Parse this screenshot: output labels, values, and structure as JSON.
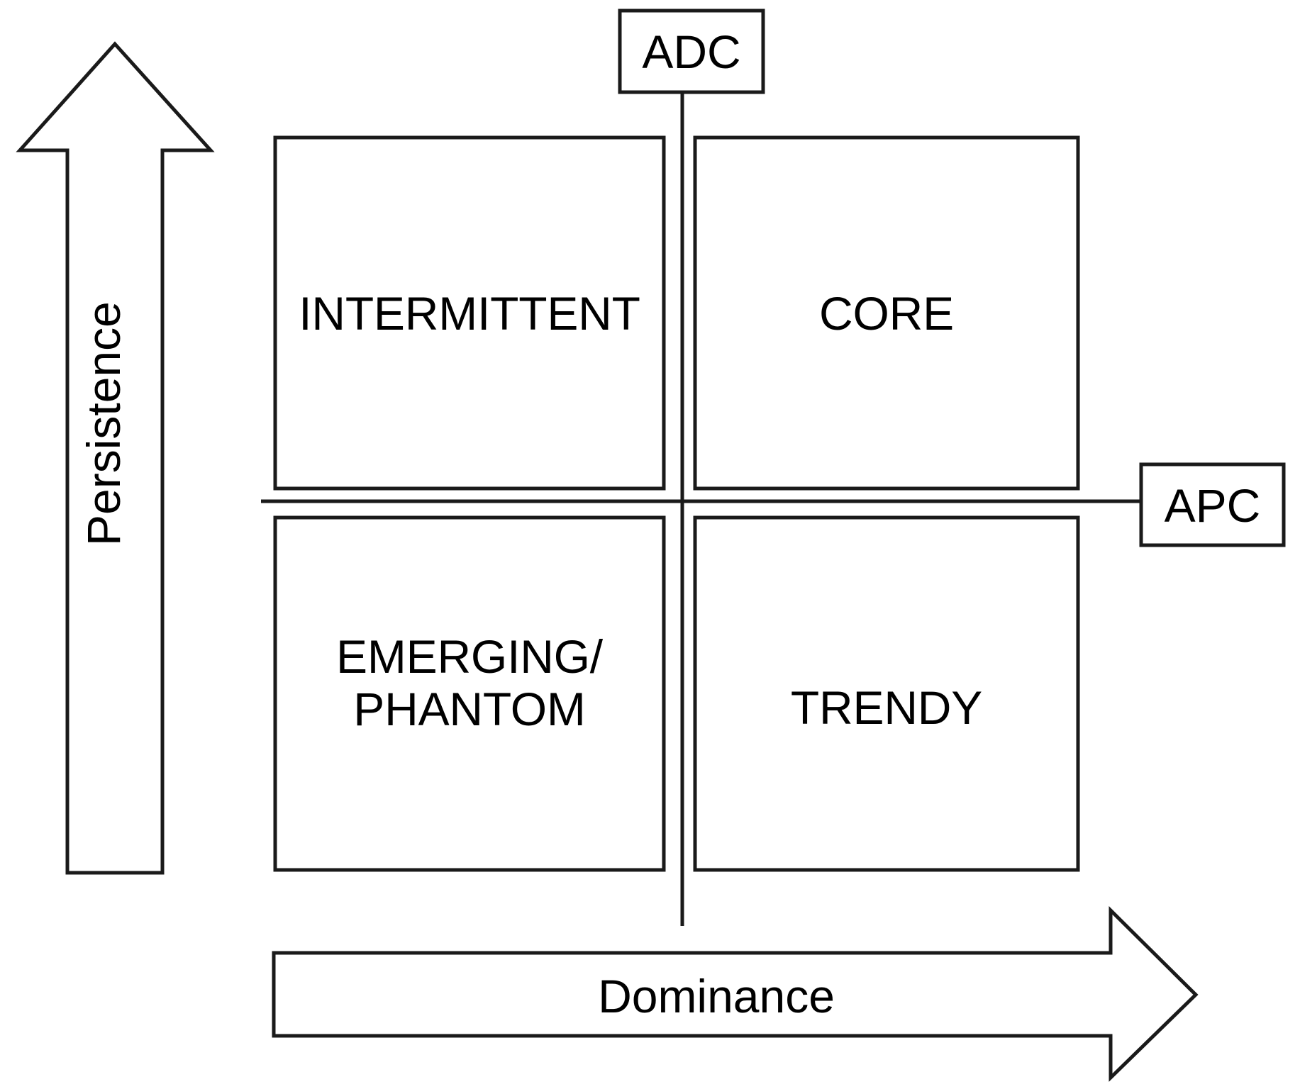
{
  "diagram": {
    "type": "two-by-two-quadrant-matrix",
    "background_color": "#ffffff",
    "stroke_color": "#1a1a1a",
    "axes": {
      "vertical": {
        "label": "Persistence",
        "direction": "up",
        "arrow_name": "persistence-arrow"
      },
      "horizontal": {
        "label": "Dominance",
        "direction": "right",
        "arrow_name": "dominance-arrow"
      }
    },
    "divider_tags": {
      "vertical_divider": {
        "label": "ADC",
        "position": "top",
        "meaning_axis": "dominance-split"
      },
      "horizontal_divider": {
        "label": "APC",
        "position": "right",
        "meaning_axis": "persistence-split"
      }
    },
    "quadrants": [
      {
        "id": "top-left",
        "label": "INTERMITTENT",
        "persistence": "high",
        "dominance": "low"
      },
      {
        "id": "top-right",
        "label": "CORE",
        "persistence": "high",
        "dominance": "high"
      },
      {
        "id": "bottom-left",
        "label": "EMERGING/\nPHANTOM",
        "persistence": "low",
        "dominance": "low"
      },
      {
        "id": "bottom-right",
        "label": "TRENDY",
        "persistence": "low",
        "dominance": "high"
      }
    ]
  }
}
